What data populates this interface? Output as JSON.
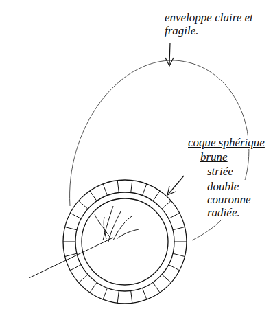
{
  "diagram": {
    "labels": [
      "enveloppe claire et fragile.",
      "coque sphérique",
      "brune",
      "striée",
      "double couronne radiée."
    ]
  }
}
